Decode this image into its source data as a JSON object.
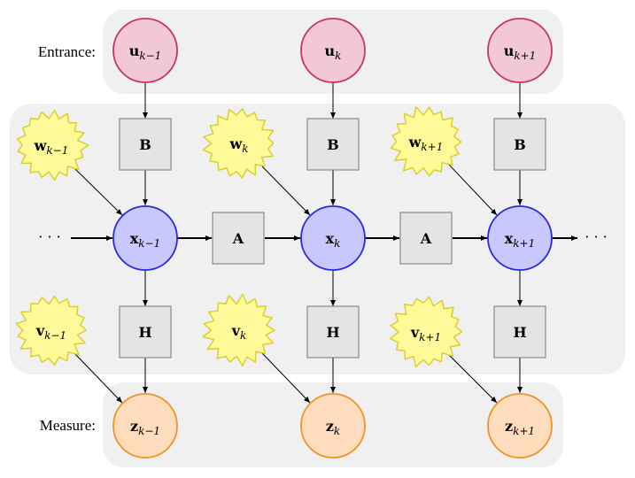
{
  "labels": {
    "entrance": "Entrance:",
    "measure": "Measure:",
    "ellipsis_left": "· · ·",
    "ellipsis_right": "· · ·"
  },
  "nodes": {
    "u": [
      {
        "main": "u",
        "sub": "k−1"
      },
      {
        "main": "u",
        "sub": "k"
      },
      {
        "main": "u",
        "sub": "k+1"
      }
    ],
    "x": [
      {
        "main": "x",
        "sub": "k−1"
      },
      {
        "main": "x",
        "sub": "k"
      },
      {
        "main": "x",
        "sub": "k+1"
      }
    ],
    "z": [
      {
        "main": "z",
        "sub": "k−1"
      },
      {
        "main": "z",
        "sub": "k"
      },
      {
        "main": "z",
        "sub": "k+1"
      }
    ],
    "w": [
      {
        "main": "w",
        "sub": "k−1"
      },
      {
        "main": "w",
        "sub": "k"
      },
      {
        "main": "w",
        "sub": "k+1"
      }
    ],
    "v": [
      {
        "main": "v",
        "sub": "k−1"
      },
      {
        "main": "v",
        "sub": "k"
      },
      {
        "main": "v",
        "sub": "k+1"
      }
    ],
    "B": [
      "B",
      "B",
      "B"
    ],
    "H": [
      "H",
      "H",
      "H"
    ],
    "A": [
      "A",
      "A"
    ]
  },
  "colors": {
    "panel": "#f0f0f0",
    "u_fill": "#f2c8d8",
    "u_stroke": "#c8336a",
    "x_fill": "#c8c8ff",
    "x_stroke": "#2b2bdb",
    "z_fill": "#ffdcbc",
    "z_stroke": "#f0922e",
    "noise_fill": "#fffa99",
    "noise_stroke": "#d8d030",
    "box_fill": "#e4e4e4",
    "box_stroke": "#8a8a8a"
  }
}
